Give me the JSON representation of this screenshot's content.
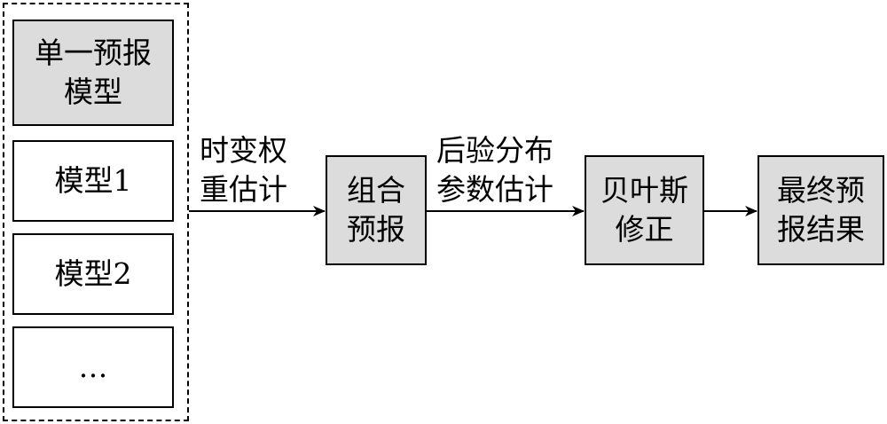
{
  "diagram": {
    "group": {
      "title": "单一预报\n模型",
      "items": [
        "模型1",
        "模型2",
        "…"
      ]
    },
    "nodes": {
      "combine": "组合\n预报",
      "bayes": "贝叶斯\n修正",
      "final": "最终预\n报结果"
    },
    "edges": {
      "weights": "时变权\n重估计",
      "posterior": "后验分布\n参数估计"
    },
    "colors": {
      "node_fill": "#dcdcdc",
      "line": "#000000"
    }
  }
}
